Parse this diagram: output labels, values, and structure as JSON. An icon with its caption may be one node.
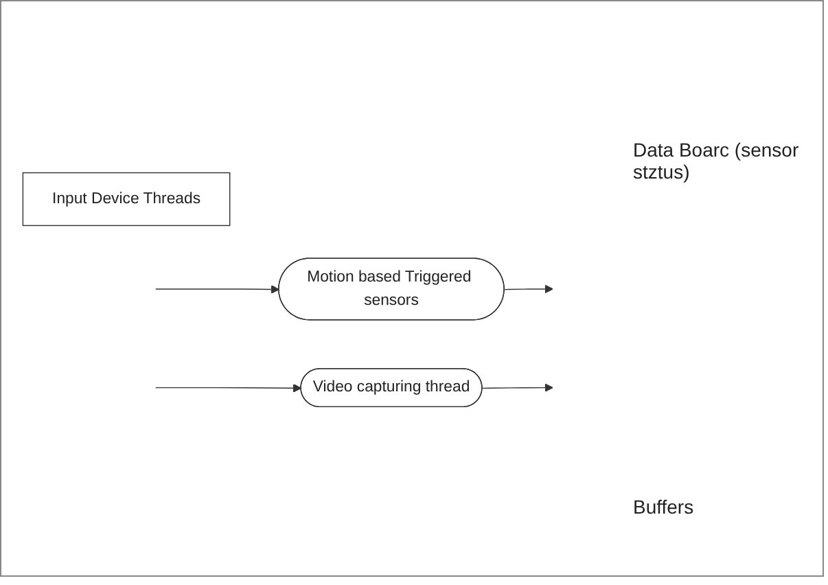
{
  "diagram": {
    "nodes": [
      {
        "text": [
          "Input Device Threads"
        ]
      },
      {
        "text": [
          "Motion based Triggered sensors"
        ]
      },
      {
        "text": [
          "Video capturing thread"
        ]
      }
    ],
    "edges": [
      {
        "from": null,
        "to": 1,
        "arrow": "to"
      },
      {
        "from": 1,
        "to": null,
        "arrow": "to"
      },
      {
        "from": null,
        "to": 2,
        "arrow": "to"
      },
      {
        "from": 2,
        "to": null,
        "arrow": "to"
      }
    ],
    "labels": [
      "Data Boarc (sensor stztus)",
      "Buffers"
    ]
  }
}
